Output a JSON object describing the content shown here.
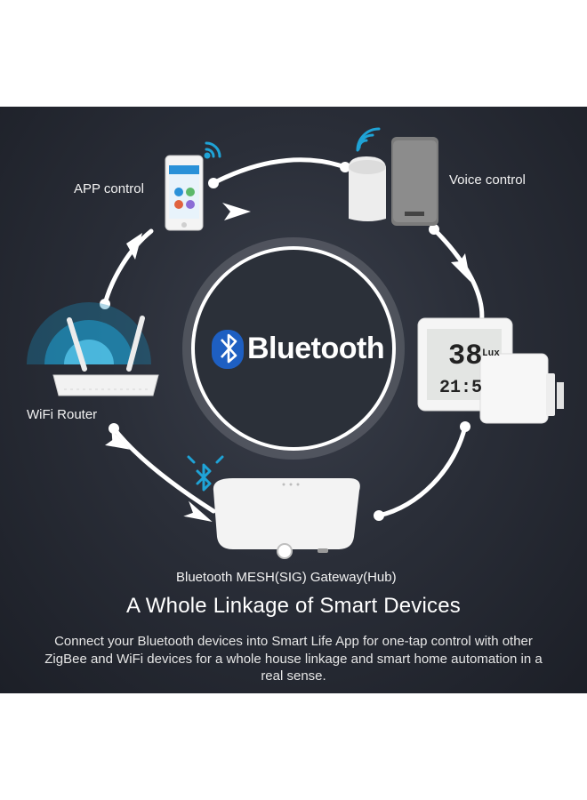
{
  "center": {
    "logo_text": "Bluetooth"
  },
  "nodes": {
    "app": {
      "label": "APP control",
      "icon": "smartphone-icon"
    },
    "voice": {
      "label": "Voice control",
      "icon": "smart-speaker-icon"
    },
    "router": {
      "label": "WiFi Router",
      "icon": "wifi-router-icon"
    },
    "sensor": {
      "icon": "temperature-sensor-icon",
      "display_temp": "38",
      "display_unit": "Lux",
      "display_time": "21:5"
    },
    "gateway": {
      "label": "Bluetooth MESH(SIG) Gateway(Hub)",
      "icon": "gateway-hub-icon"
    }
  },
  "footer": {
    "headline": "A Whole Linkage of Smart Devices",
    "description": "Connect your Bluetooth devices into Smart Life App for one-tap control with other ZigBee and WiFi devices for a whole house linkage and smart home automation in a real sense."
  },
  "colors": {
    "background": "#24282f",
    "accent": "#1fa3d6",
    "text": "#ffffff"
  }
}
